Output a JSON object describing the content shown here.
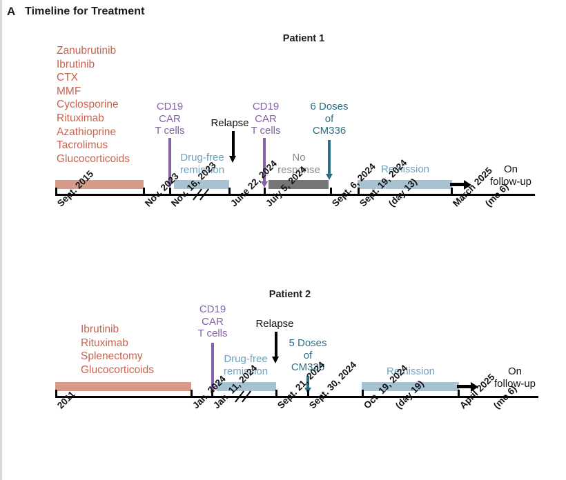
{
  "figure": {
    "panel_letter": "A",
    "panel_title": "Timeline for Treatment",
    "colors": {
      "drug_text": "#c8644f",
      "salmon_bar": "#d79a89",
      "blue_bar": "#a7c2d0",
      "gray_bar": "#767676",
      "purple": "#8562a8",
      "teal": "#2d6e84",
      "blue_text": "#6fa2bd",
      "gray_text": "#8a8a8a",
      "axis": "#000000"
    }
  },
  "patients": [
    {
      "title": "Patient 1",
      "prior_therapies": [
        "Zanubrutinib",
        "Ibrutinib",
        "CTX",
        "MMF",
        "Cyclosporine",
        "Rituximab",
        "Azathioprine",
        "Tacrolimus",
        "Glucocorticoids"
      ],
      "events": [
        {
          "name": "cd19-car-t-cells-1",
          "label": "CD19\nCAR\nT cells",
          "color": "purple"
        },
        {
          "name": "relapse",
          "label": "Relapse",
          "color": "black"
        },
        {
          "name": "cd19-car-t-cells-2",
          "label": "CD19\nCAR\nT cells",
          "color": "purple"
        },
        {
          "name": "cm336-doses",
          "label": "6 Doses\nof\nCM336",
          "color": "teal"
        }
      ],
      "bars": [
        {
          "name": "prior-therapy-bar",
          "label": "",
          "color": "salmon"
        },
        {
          "name": "drug-free-remission-bar",
          "label": "Drug-free\nremission",
          "color": "blue"
        },
        {
          "name": "no-response-bar",
          "label": "No\nresponse",
          "color": "gray"
        },
        {
          "name": "remission-bar",
          "label": "Remission",
          "color": "blue"
        }
      ],
      "followup": "On\nfollow-up",
      "dates": [
        "Sept. 2015",
        "Nov. 2023",
        "Nov. 16, 2023",
        "June 22, 2024",
        "July 5, 2024",
        "Sept. 6, 2024",
        "Sept. 19, 2024",
        "(day 13)",
        "March 2025",
        "(mo 6)"
      ]
    },
    {
      "title": "Patient 2",
      "prior_therapies": [
        "Ibrutinib",
        "Rituximab",
        "Splenectomy",
        "Glucocorticoids"
      ],
      "events": [
        {
          "name": "cd19-car-t-cells-1",
          "label": "CD19\nCAR\nT cells",
          "color": "purple"
        },
        {
          "name": "relapse",
          "label": "Relapse",
          "color": "black"
        },
        {
          "name": "cm336-doses",
          "label": "5 Doses\nof\nCM336",
          "color": "teal"
        }
      ],
      "bars": [
        {
          "name": "prior-therapy-bar",
          "label": "",
          "color": "salmon"
        },
        {
          "name": "drug-free-remission-bar",
          "label": "Drug-free\nremission",
          "color": "blue"
        },
        {
          "name": "remission-bar",
          "label": "Remission",
          "color": "blue"
        }
      ],
      "followup": "On\nfollow-up",
      "dates": [
        "2011",
        "Jan. 2024",
        "Jan. 11, 2024",
        "Sept. 21, 2024",
        "Sept. 30, 2024",
        "Oct. 19, 2024",
        "(day 19)",
        "April 2025",
        "(mo 6)"
      ]
    }
  ],
  "p1_labels": {
    "car1_l1": "CD19",
    "car1_l2": "CAR",
    "car1_l3": "T cells",
    "relapse": "Relapse",
    "car2_l1": "CD19",
    "car2_l2": "CAR",
    "car2_l3": "T cells",
    "cm336_l1": "6 Doses",
    "cm336_l2": "of",
    "cm336_l3": "CM336",
    "drugfree_l1": "Drug-free",
    "drugfree_l2": "remission",
    "noresp_l1": "No",
    "noresp_l2": "response",
    "remission": "Remission",
    "followup_l1": "On",
    "followup_l2": "follow-up"
  },
  "p2_labels": {
    "car1_l1": "CD19",
    "car1_l2": "CAR",
    "car1_l3": "T cells",
    "relapse": "Relapse",
    "cm336_l1": "5 Doses",
    "cm336_l2": "of",
    "cm336_l3": "CM336",
    "drugfree_l1": "Drug-free",
    "drugfree_l2": "remission",
    "remission": "Remission",
    "followup_l1": "On",
    "followup_l2": "follow-up"
  }
}
